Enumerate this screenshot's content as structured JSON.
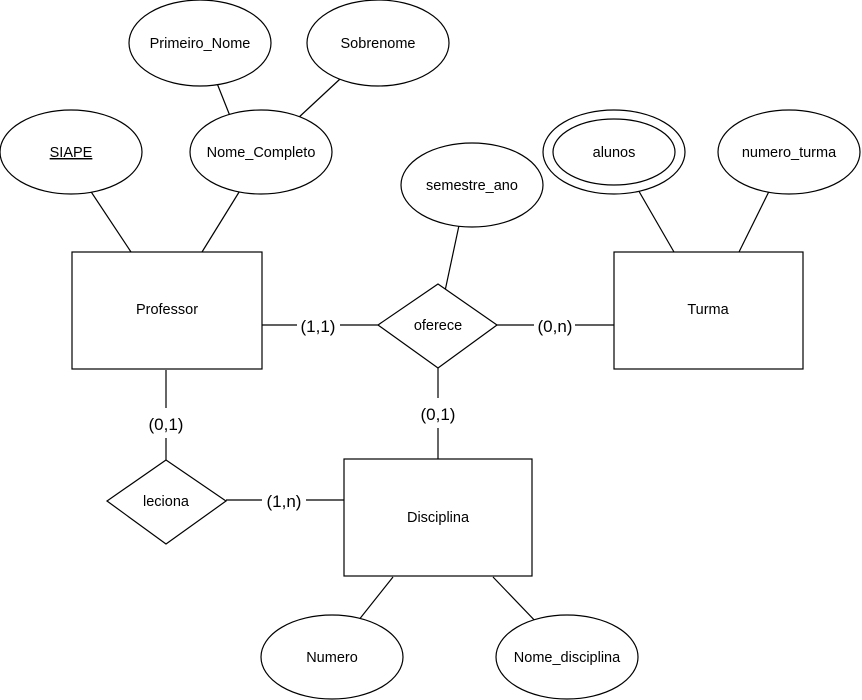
{
  "entities": {
    "professor": "Professor",
    "turma": "Turma",
    "disciplina": "Disciplina"
  },
  "relationships": {
    "oferece": "oferece",
    "leciona": "leciona"
  },
  "attributes": {
    "primeiro_nome": "Primeiro_Nome",
    "sobrenome": "Sobrenome",
    "siape": "SIAPE",
    "nome_completo": "Nome_Completo",
    "semestre_ano": "semestre_ano",
    "alunos": "alunos",
    "numero_turma": "numero_turma",
    "numero": "Numero",
    "nome_disciplina": "Nome_disciplina"
  },
  "cardinalities": {
    "professor_oferece": "(1,1)",
    "oferece_turma": "(0,n)",
    "oferece_disciplina": "(0,1)",
    "professor_leciona": "(0,1)",
    "leciona_disciplina": "(1,n)"
  },
  "key_attribute": "SIAPE",
  "multivalued_attribute": "alunos",
  "colors": {
    "stroke": "#000000",
    "fill": "#ffffff",
    "text": "#000000"
  }
}
